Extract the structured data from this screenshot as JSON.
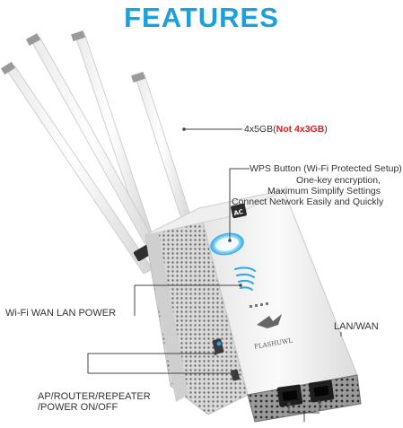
{
  "title": "FEATURES",
  "annotations": {
    "antennas": {
      "prefix": "4x5GB(",
      "highlight": "Not 4x3GB",
      "suffix": ")"
    },
    "wps": {
      "line1": "WPS Button (Wi-Fi Protected Setup)",
      "line2": "One-key encryption,",
      "line3": "Maximum Simplify Settings",
      "line4": "Connect Network Easily and Quickly"
    },
    "leds": "Wi-Fi WAN LAN POWER",
    "ports": "LAN/WAN",
    "switch_line1": "AP/ROUTER/REPEATER",
    "switch_line2": "/POWER ON/OFF"
  },
  "device": {
    "badge": "AC",
    "brand": "FLASHUWL"
  },
  "colors": {
    "title": "#1aa0dc",
    "highlight": "#d42020",
    "accent": "#2aa8e6"
  }
}
